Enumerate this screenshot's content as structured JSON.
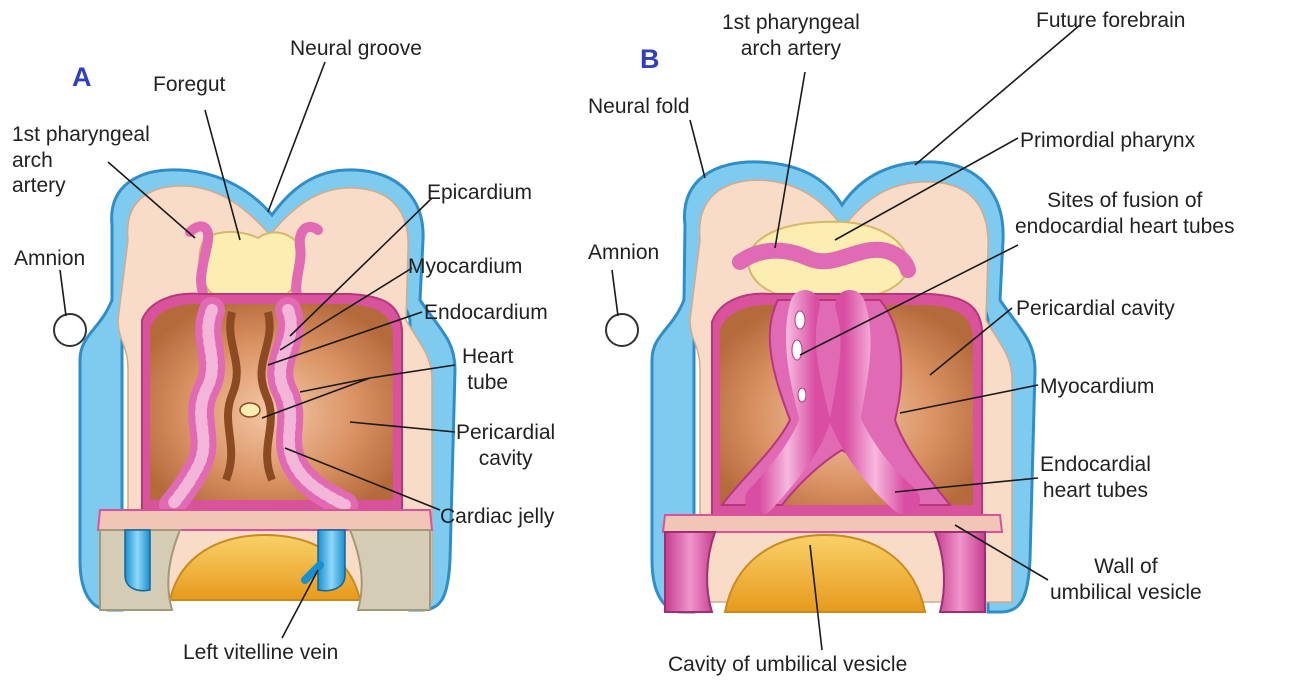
{
  "colors": {
    "amnion_blue": "#7ecbef",
    "amnion_stroke": "#2f8ec8",
    "mesoderm_peach": "#f8dcc8",
    "foregut_yellow": "#fbeeb0",
    "pericardial_brown": "#c9804f",
    "pericardium_pink": "#d9529c",
    "myocardium_magenta": "#e06ab3",
    "endocardial_pink": "#ec9fd0",
    "yolk_gold": "#f3b53a",
    "letter_blue": "#2f3fc0",
    "leader_line": "#1a1a1a"
  },
  "panel_a": {
    "letter": "A",
    "labels": {
      "foregut": "Foregut",
      "neural_groove": "Neural groove",
      "pharyngeal_arch_artery": [
        "1st pharyngeal",
        "arch",
        "artery"
      ],
      "epicardium": "Epicardium",
      "amnion": "Amnion",
      "myocardium": "Myocardium",
      "endocardium": "Endocardium",
      "heart_tube": [
        "Heart",
        "tube"
      ],
      "pericardial_cavity": [
        "Pericardial",
        "cavity"
      ],
      "cardiac_jelly": "Cardiac jelly",
      "left_vitelline_vein": "Left vitelline vein"
    }
  },
  "panel_b": {
    "letter": "B",
    "labels": {
      "pharyngeal_arch_artery": [
        "1st pharyngeal",
        "arch artery"
      ],
      "future_forebrain": "Future forebrain",
      "neural_fold": "Neural fold",
      "primordial_pharynx": "Primordial pharynx",
      "sites_of_fusion": [
        "Sites of fusion of",
        "endocardial heart tubes"
      ],
      "amnion": "Amnion",
      "pericardial_cavity": "Pericardial cavity",
      "myocardium": "Myocardium",
      "endocardial_heart_tubes": [
        "Endocardial",
        "heart tubes"
      ],
      "wall_of_umbilical_vesicle": [
        "Wall of",
        "umbilical vesicle"
      ],
      "cavity_of_umbilical_vesicle": "Cavity of umbilical vesicle"
    }
  }
}
